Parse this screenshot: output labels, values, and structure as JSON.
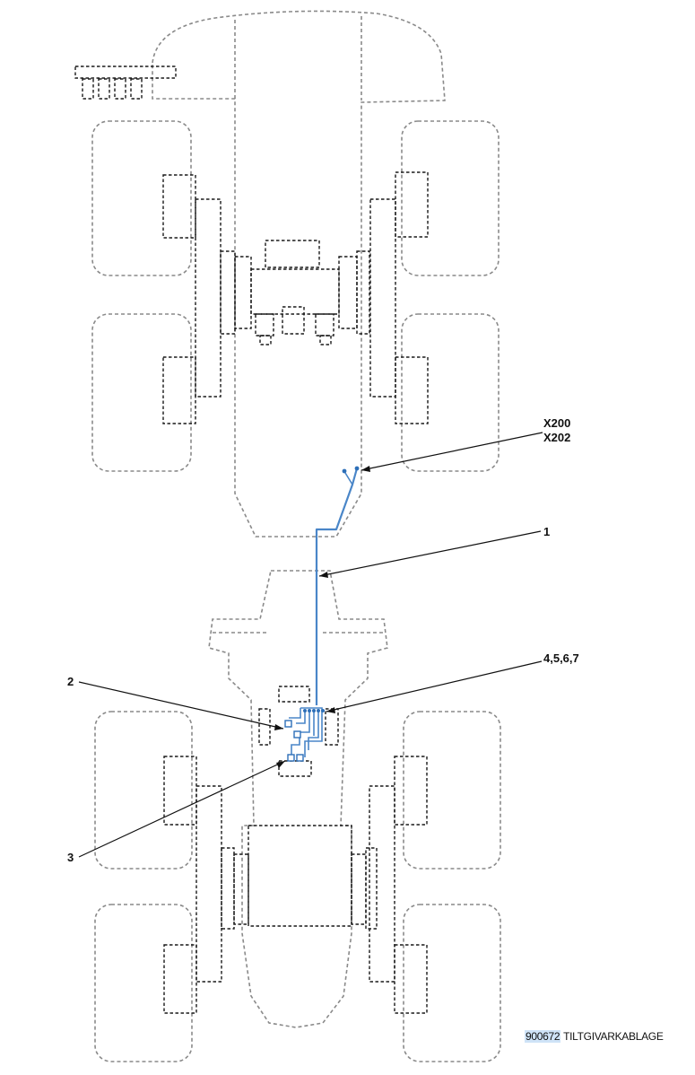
{
  "callouts": {
    "connectors_top": "X200",
    "connectors_bottom": "X202",
    "item_1": "1",
    "item_2": "2",
    "item_3": "3",
    "items_4_7": "4,5,6,7"
  },
  "caption": {
    "code": "900672",
    "title": "TILTGIVARKABLAGE"
  },
  "colors": {
    "harness": "#4a86c8",
    "outline": "#8a8a8a",
    "highlight": "#cfe3f7"
  }
}
